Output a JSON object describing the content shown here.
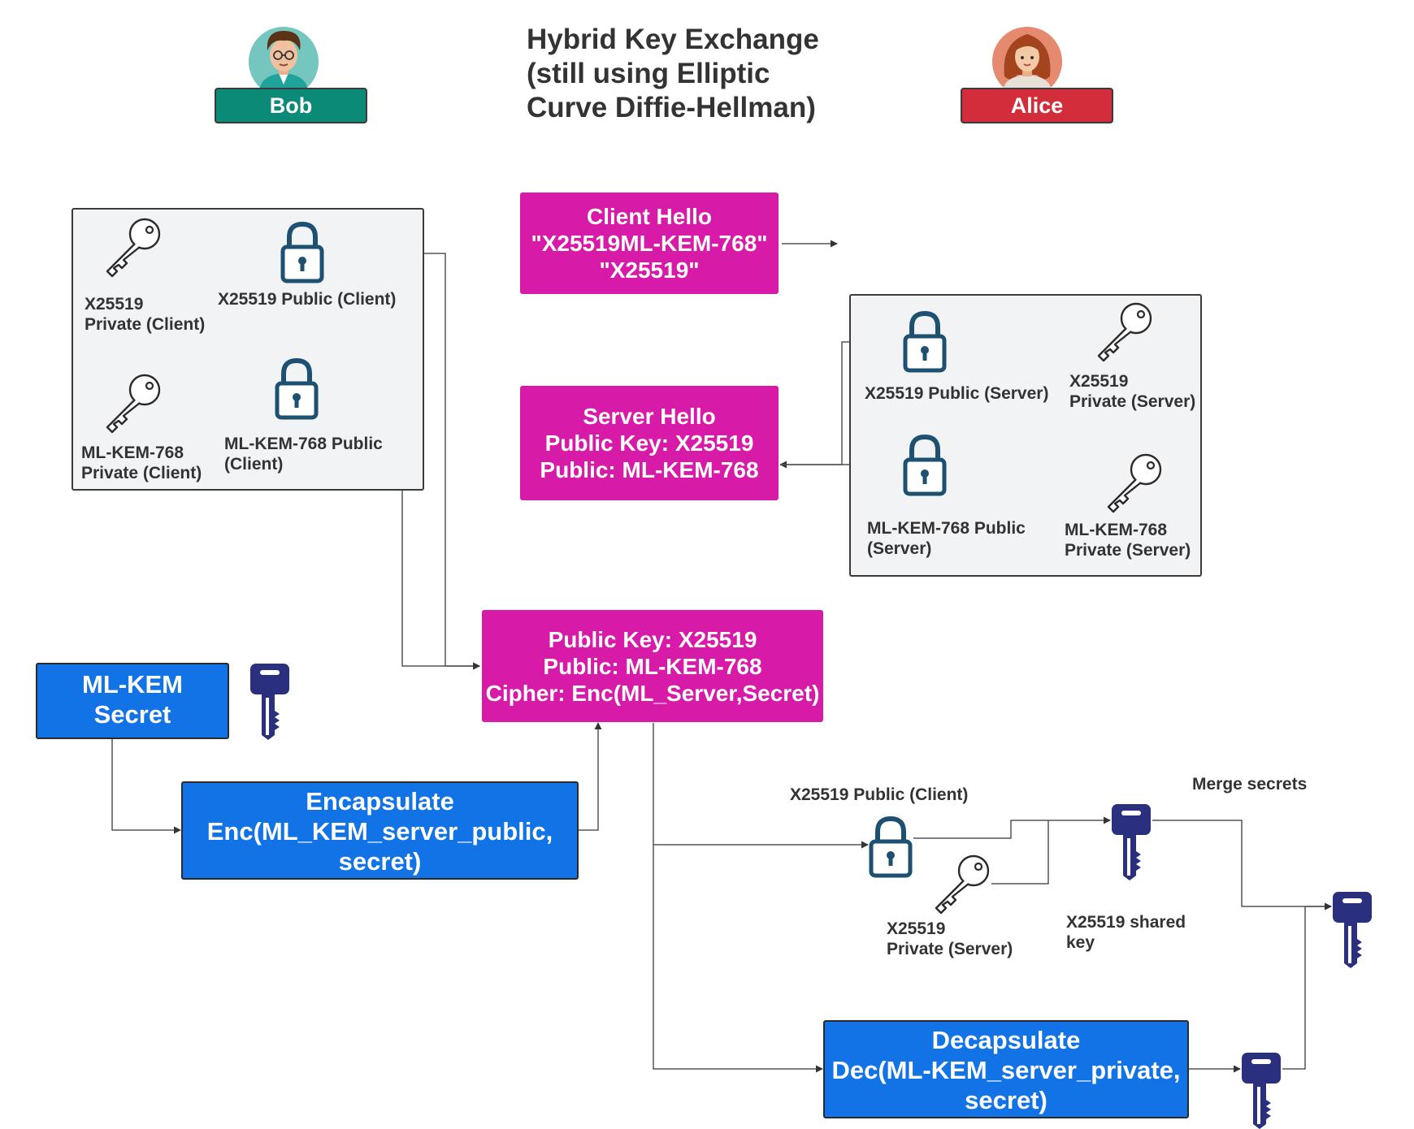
{
  "title": {
    "line1": "Hybrid Key Exchange",
    "line2": "(still using Elliptic",
    "line3": "Curve Diffie-Hellman)"
  },
  "bob": {
    "label": "Bob",
    "color": "#0b8a78"
  },
  "alice": {
    "label": "Alice",
    "color": "#d32d3c"
  },
  "client_keys": {
    "x25519_private": {
      "line1": "X25519",
      "line2": "Private (Client)"
    },
    "x25519_public": "X25519 Public (Client)",
    "mlkem_private": {
      "line1": "ML-KEM-768",
      "line2": "Private (Client)"
    },
    "mlkem_public": {
      "line1": "ML-KEM-768 Public",
      "line2": "(Client)"
    }
  },
  "server_keys": {
    "x25519_public": "X25519 Public (Server)",
    "x25519_private": {
      "line1": "X25519",
      "line2": "Private (Server)"
    },
    "mlkem_public": {
      "line1": "ML-KEM-768 Public",
      "line2": "(Server)"
    },
    "mlkem_private": {
      "line1": "ML-KEM-768",
      "line2": "Private (Server)"
    }
  },
  "client_hello": {
    "line1": "Client Hello",
    "line2": "\"X25519ML-KEM-768\"",
    "line3": "\"X25519\""
  },
  "server_hello": {
    "line1": "Server Hello",
    "line2": "Public Key: X25519",
    "line3": "Public: ML-KEM-768"
  },
  "client_message": {
    "line1": "Public Key: X25519",
    "line2": "Public: ML-KEM-768",
    "line3": "Cipher: Enc(ML_Server,Secret)"
  },
  "mlkem_secret": {
    "line1": "ML-KEM",
    "line2": "Secret"
  },
  "encapsulate": {
    "line1": "Encapsulate",
    "line2": "Enc(ML_KEM_server_public,",
    "line3": "secret)"
  },
  "decapsulate": {
    "line1": "Decapsulate",
    "line2": "Dec(ML-KEM_server_private,",
    "line3": "secret)"
  },
  "server_side": {
    "x25519_public_client": "X25519 Public (Client)",
    "x25519_private_server": {
      "line1": "X25519",
      "line2": "Private (Server)"
    },
    "shared_key": {
      "line1": "X25519 shared",
      "line2": "key"
    },
    "merge": "Merge secrets"
  },
  "colors": {
    "pink": "#d81aa8",
    "blue": "#1273e6",
    "lock": "#1d5071",
    "key_solid": "#2a2f7e",
    "key_outline": "#2b2b2b"
  }
}
